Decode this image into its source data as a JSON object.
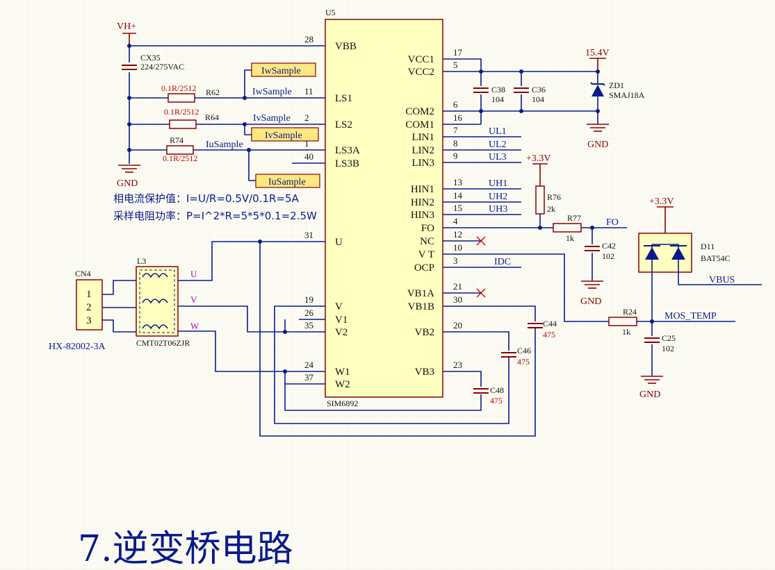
{
  "title": "7.逆变桥电路",
  "ic": {
    "ref": "U5",
    "part": "SIM6892",
    "left_pins": [
      {
        "num": "28",
        "name": "VBB"
      },
      {
        "num": "11",
        "name": "LS1"
      },
      {
        "num": "2",
        "name": "LS2"
      },
      {
        "num": "1",
        "name": "LS3A"
      },
      {
        "num": "40",
        "name": "LS3B"
      },
      {
        "num": "31",
        "name": "U"
      },
      {
        "num": "19",
        "name": "V"
      },
      {
        "num": "26",
        "name": "V1"
      },
      {
        "num": "35",
        "name": "V2"
      },
      {
        "num": "24",
        "name": "W1"
      },
      {
        "num": "37",
        "name": "W2"
      }
    ],
    "right_pins": [
      {
        "num": "17",
        "name": "VCC1"
      },
      {
        "num": "5",
        "name": "VCC2"
      },
      {
        "num": "6",
        "name": "COM2"
      },
      {
        "num": "16",
        "name": "COM1"
      },
      {
        "num": "7",
        "name": "LIN1"
      },
      {
        "num": "8",
        "name": "LIN2"
      },
      {
        "num": "9",
        "name": "LIN3"
      },
      {
        "num": "13",
        "name": "HIN1"
      },
      {
        "num": "14",
        "name": "HIN2"
      },
      {
        "num": "15",
        "name": "HIN3"
      },
      {
        "num": "4",
        "name": "FO"
      },
      {
        "num": "12",
        "name": "NC"
      },
      {
        "num": "10",
        "name": "V T"
      },
      {
        "num": "3",
        "name": "OCP"
      },
      {
        "num": "21",
        "name": "VB1A"
      },
      {
        "num": "30",
        "name": "VB1B"
      },
      {
        "num": "20",
        "name": "VB2"
      },
      {
        "num": "23",
        "name": "VB3"
      }
    ]
  },
  "power": {
    "vh": "VH+",
    "v15": "15.4V",
    "v33a": "+3.3V",
    "v33b": "+3.3V",
    "gnd1": "GND",
    "gnd2": "GND",
    "gnd3": "GND",
    "gnd4": "GND"
  },
  "components": {
    "cx35": {
      "ref": "CX35",
      "value": "224/275VAC"
    },
    "r62": {
      "ref": "R62",
      "value": "0.1R/2512"
    },
    "r64": {
      "ref": "R64",
      "value": "0.1R/2512"
    },
    "r74": {
      "ref": "R74",
      "value": "0.1R/2512"
    },
    "c38": {
      "ref": "C38",
      "value": "104"
    },
    "c36": {
      "ref": "C36",
      "value": "104"
    },
    "zd1": {
      "ref": "ZD1",
      "value": "SMAJ18A"
    },
    "r76": {
      "ref": "R76",
      "value": "2k"
    },
    "r77": {
      "ref": "R77",
      "value": "1k"
    },
    "c42": {
      "ref": "C42",
      "value": "102"
    },
    "d11": {
      "ref": "D11",
      "value": "BAT54C"
    },
    "r24": {
      "ref": "R24",
      "value": "1k"
    },
    "c25": {
      "ref": "C25",
      "value": "102"
    },
    "c44": {
      "ref": "C44",
      "value": "475"
    },
    "c46": {
      "ref": "C46",
      "value": "475"
    },
    "c48": {
      "ref": "C48",
      "value": "475"
    },
    "l3": {
      "ref": "L3",
      "value": "CMT02T06ZJR"
    },
    "cn4": {
      "ref": "CN4",
      "value": "HX-82002-3A",
      "pins": [
        "1",
        "2",
        "3"
      ]
    }
  },
  "nets": {
    "iw_wire": "IwSample",
    "iv_wire": "IvSample",
    "iu_wire": "IuSample",
    "ul1": "UL1",
    "ul2": "UL2",
    "ul3": "UL3",
    "uh1": "UH1",
    "uh2": "UH2",
    "uh3": "UH3",
    "fo": "FO",
    "idc": "IDC",
    "vbus": "VBUS",
    "mos_temp": "MOS_TEMP",
    "u": "U",
    "v": "V",
    "w": "W"
  },
  "ports": {
    "iw": "IwSample",
    "iv": "IvSample",
    "iu": "IuSample"
  },
  "notes": {
    "line1": "相电流保护值：I=U/R=0.5V/0.1R=5A",
    "line2": "采样电阻功率：P=I^2*R=5*5*0.1=2.5W"
  },
  "colors": {
    "wire": "#0a1a8c",
    "component": "#8a0000",
    "chip_fill": "#ffffc0",
    "port_fill": "#ffe880",
    "value_red": "#c00000"
  }
}
